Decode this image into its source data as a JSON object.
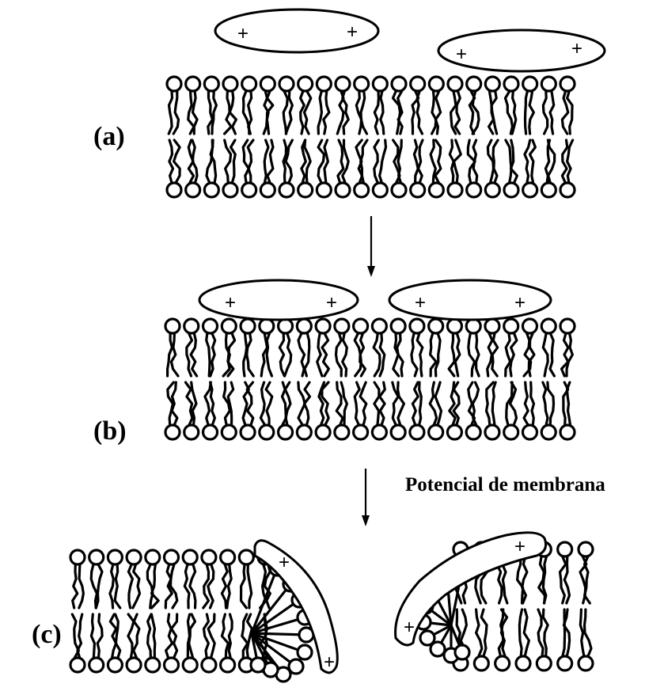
{
  "panels": {
    "a": "(a)",
    "b": "(b)",
    "c": "(c)"
  },
  "arrow_label": "Potencial de membrana",
  "charge_symbol": "+"
}
